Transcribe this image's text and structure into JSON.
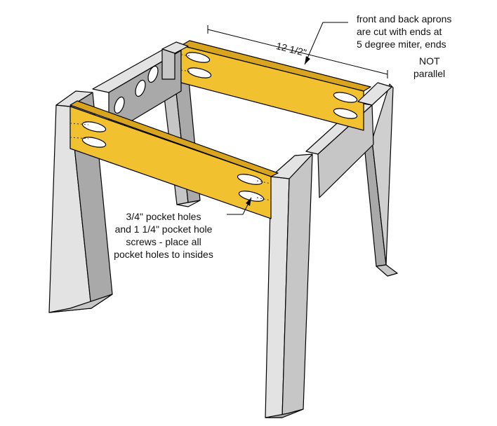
{
  "annotations": {
    "dimension": "12 1/2\"",
    "aprons_note": {
      "line1": "front and back aprons",
      "line2": "are cut with ends at",
      "line3": "5 degree miter, ends",
      "line4": "NOT",
      "line5": "parallel"
    },
    "pocket_note": {
      "line1": "3/4\" pocket holes",
      "line2": "and 1 1/4\" pocket hole",
      "line3": "screws - place all",
      "line4": "pocket holes to insides"
    }
  },
  "colors": {
    "leg_light": "#E3E3E3",
    "leg_mid": "#C6C6C6",
    "leg_dark": "#A9A9A9",
    "apron_face": "#F2C130",
    "apron_top": "#D9A51E",
    "apron_dark": "#B48612",
    "outline": "#000000"
  }
}
